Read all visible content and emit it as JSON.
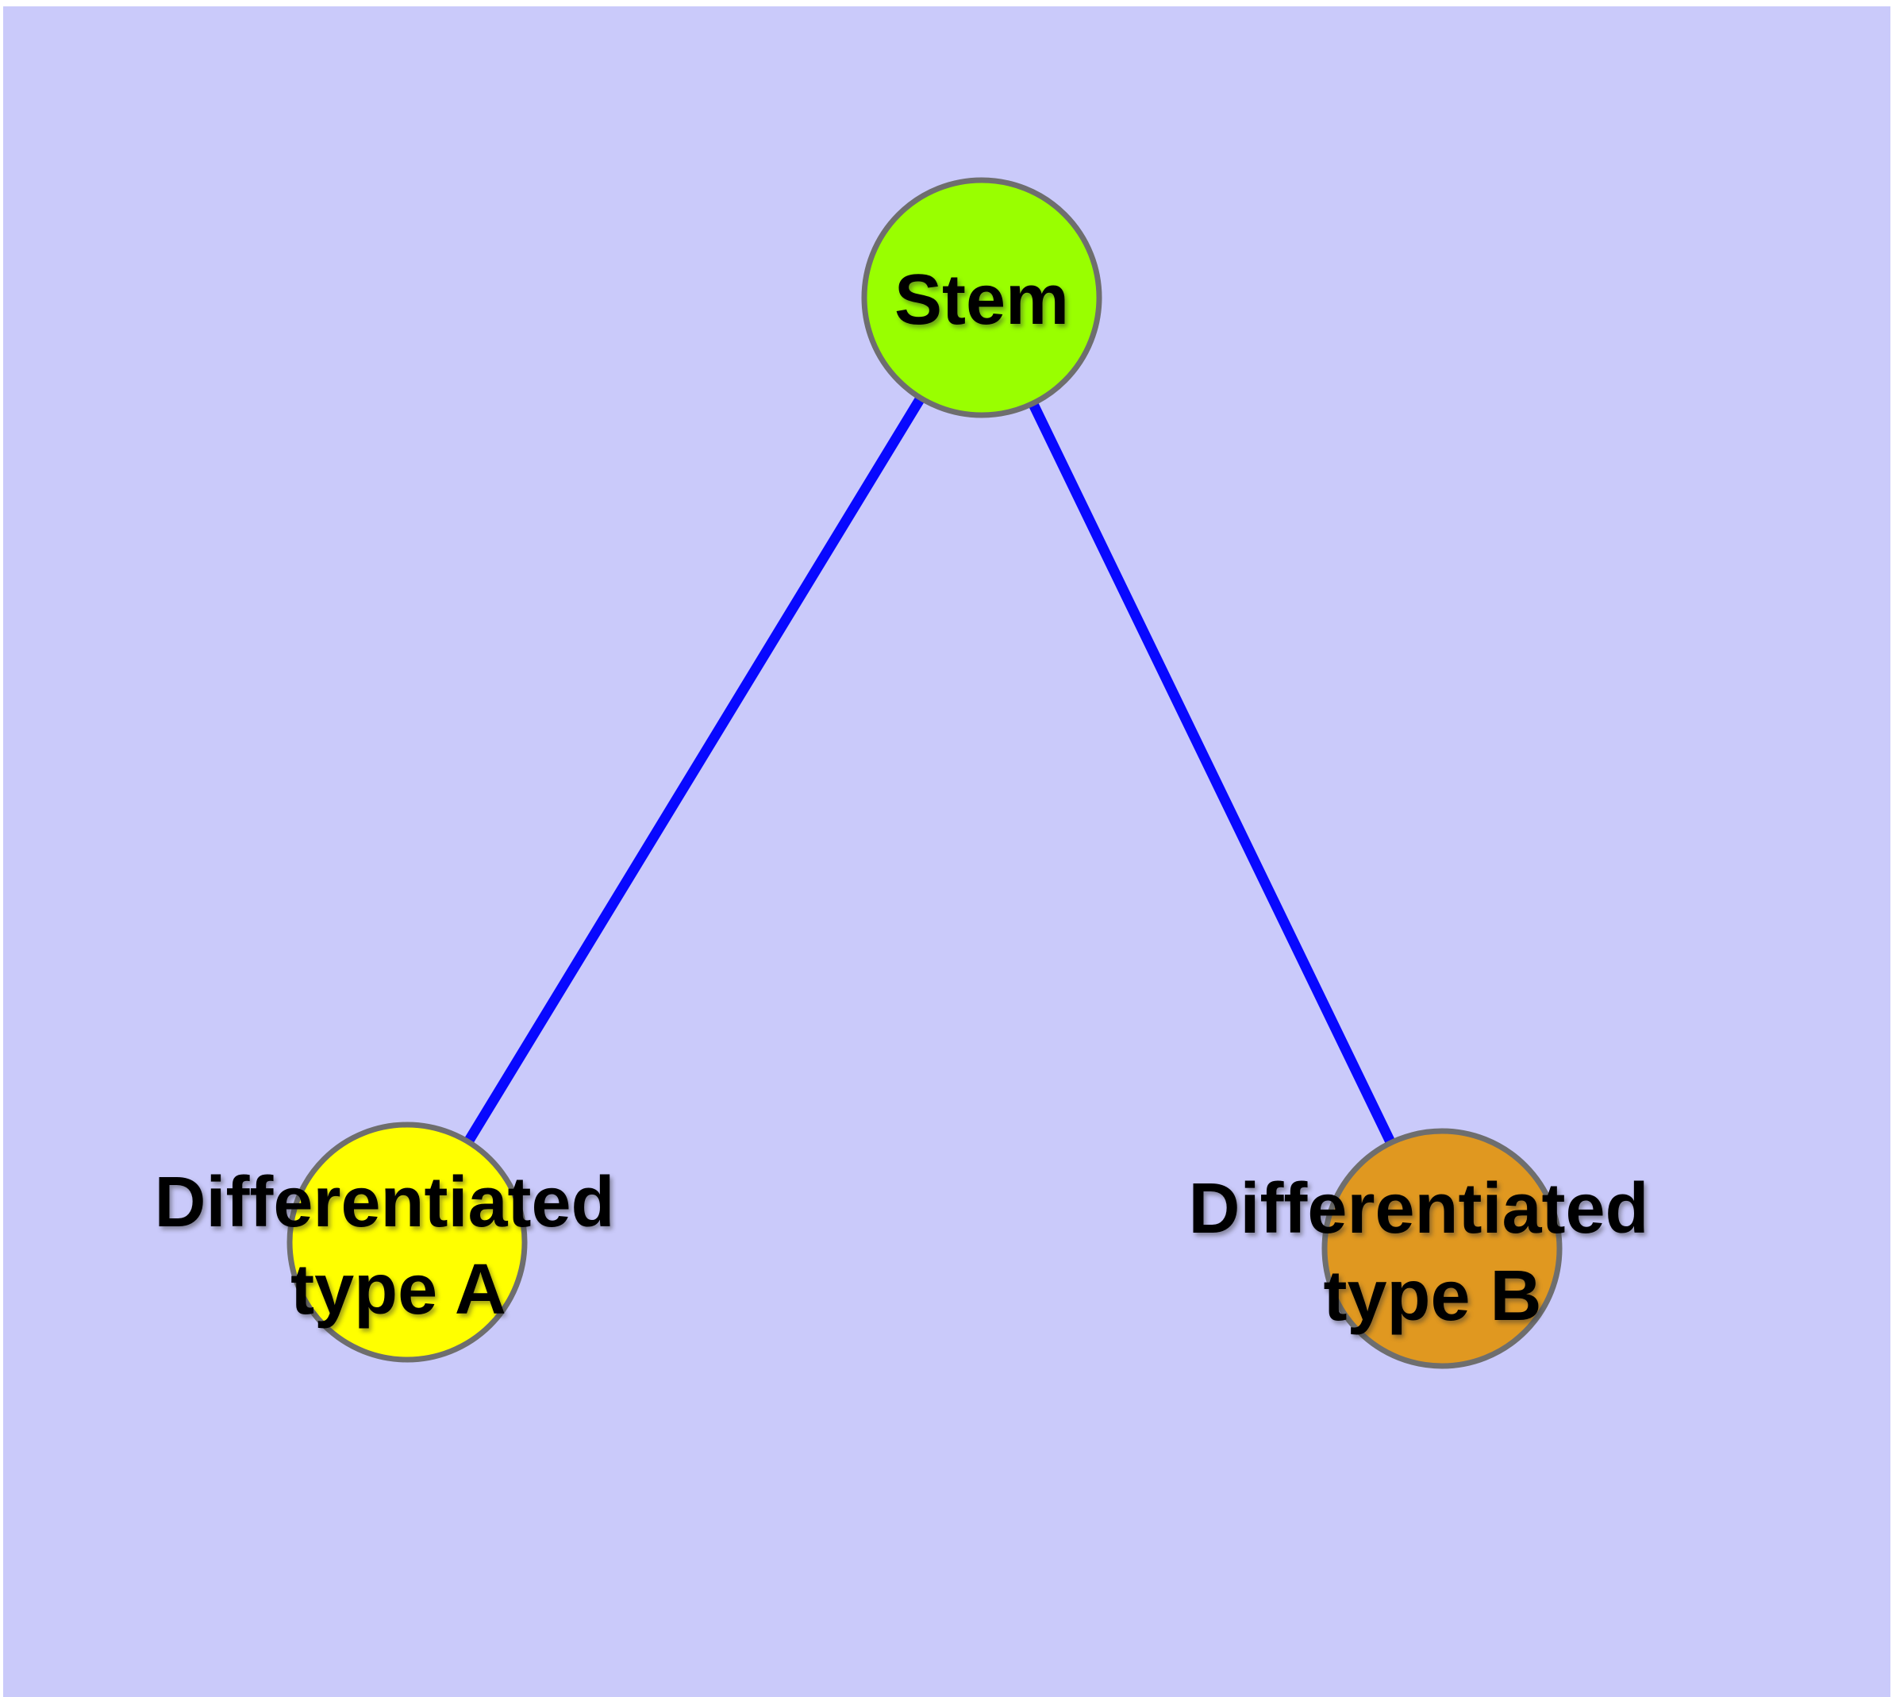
{
  "diagram": {
    "background_color": "#CACAFA",
    "page_margin_color": "#FFFFFF",
    "edge_color": "#0808FF",
    "node_border_color": "#6E6E6E",
    "text_color": "#000000",
    "nodes": {
      "stem": {
        "label": "Stem",
        "color": "#99FF00"
      },
      "type_a": {
        "label_line1": "Differentiated",
        "label_line2": "type A",
        "color": "#FFFF00"
      },
      "type_b": {
        "label_line1": "Differentiated",
        "label_line2": "type B",
        "color": "#E09820"
      }
    },
    "edges": [
      {
        "from": "Stem",
        "to": "Differentiated type A"
      },
      {
        "from": "Stem",
        "to": "Differentiated type B"
      }
    ]
  }
}
